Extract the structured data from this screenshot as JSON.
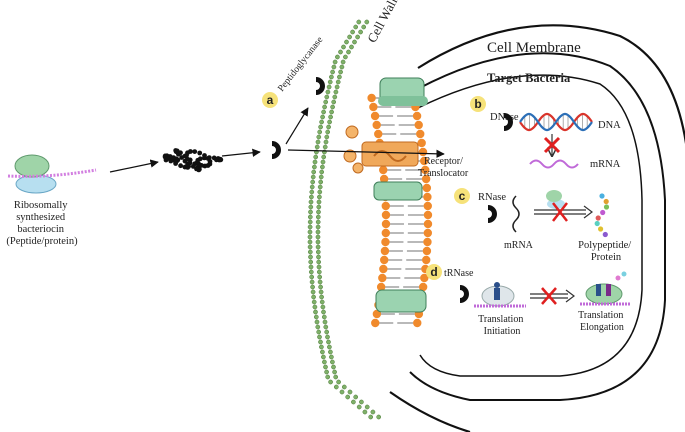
{
  "labels": {
    "cell_wall": "Cell Wall",
    "cell_membrane": "Cell Membrane",
    "target_bacteria": "Target Bacteria",
    "peptidoglycanase": "Peptidoglycanase",
    "bacteriocin": [
      "Ribosomally",
      "synthesized",
      "bacteriocin",
      "(Peptide/protein)"
    ],
    "receptor": [
      "Receptor/",
      "Translocator"
    ],
    "dnase": "DNase",
    "dna": "DNA",
    "mrna_b": "mRNA",
    "rnase": "RNase",
    "mrna_c": "mRNA",
    "polypeptide": [
      "Polypeptide/",
      "Protein"
    ],
    "trnase": "tRNase",
    "translation_initiation": [
      "Translation",
      "Initiation"
    ],
    "translation_elongation": [
      "Translation",
      "Elongation"
    ]
  },
  "steps": [
    "a",
    "b",
    "c",
    "d"
  ],
  "colors": {
    "wall_green": "#7fb069",
    "lipid_orange": "#f08a2c",
    "protein_green": "#9bd3b0",
    "inhibit_red": "#e02020",
    "step_badge": "#f6e27a",
    "dna_red": "#d9342b",
    "dna_blue": "#2c6fb7",
    "mrna_purple": "#c06ad8"
  }
}
